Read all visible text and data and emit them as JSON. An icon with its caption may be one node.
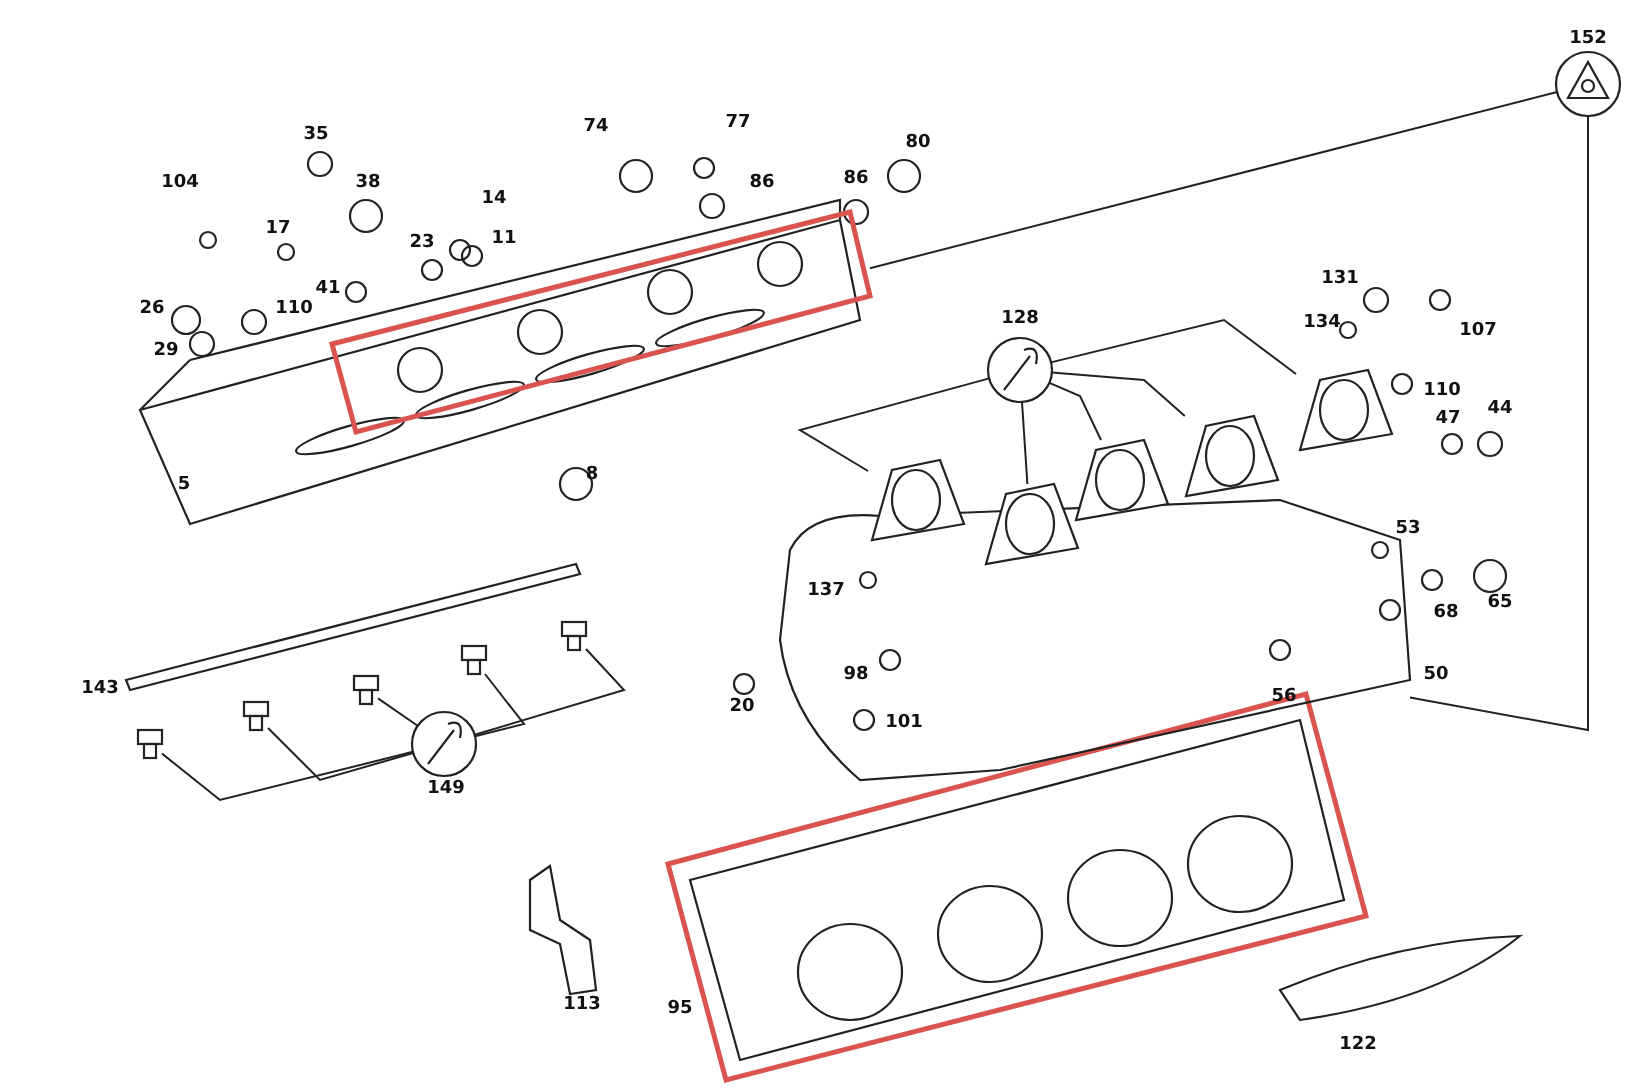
{
  "diagram": {
    "nodes": [
      {
        "text": [],
        "shape": "circle",
        "beside": [
          "152"
        ]
      },
      {
        "text": [],
        "shape": "picture"
      },
      {
        "text": [],
        "shape": "picture"
      },
      {
        "text": [],
        "shape": "circle",
        "beside": [
          "128"
        ]
      },
      {
        "text": [],
        "shape": "picture"
      },
      {
        "text": [],
        "shape": "picture"
      },
      {
        "text": [],
        "shape": "picture"
      },
      {
        "text": [],
        "shape": "picture"
      },
      {
        "text": [],
        "shape": "picture"
      },
      {
        "text": [],
        "shape": "circle",
        "beside": [
          "149"
        ]
      },
      {
        "text": [],
        "shape": "box"
      },
      {
        "text": [],
        "shape": "box"
      },
      {
        "text": [],
        "shape": "box"
      },
      {
        "text": [],
        "shape": "box"
      },
      {
        "text": [],
        "shape": "box"
      }
    ],
    "edges": [
      {
        "from": 0,
        "to": 1,
        "arrow": "none"
      },
      {
        "from": 0,
        "to": 2,
        "arrow": "none"
      },
      {
        "from": 3,
        "to": 4,
        "arrow": "none"
      },
      {
        "from": 3,
        "to": 5,
        "arrow": "none"
      },
      {
        "from": 3,
        "to": 6,
        "arrow": "none"
      },
      {
        "from": 3,
        "to": 7,
        "arrow": "none"
      },
      {
        "from": 3,
        "to": 8,
        "arrow": "none"
      },
      {
        "from": 9,
        "to": 10,
        "arrow": "none"
      },
      {
        "from": 9,
        "to": 11,
        "arrow": "none"
      },
      {
        "from": 9,
        "to": 12,
        "arrow": "none"
      },
      {
        "from": 9,
        "to": 13,
        "arrow": "none"
      },
      {
        "from": 9,
        "to": 14,
        "arrow": "none"
      }
    ],
    "labels": [
      "35",
      "74",
      "77",
      "80",
      "104",
      "14",
      "86",
      "86",
      "38",
      "17",
      "11",
      "23",
      "41",
      "110",
      "26",
      "29",
      "131",
      "134",
      "107",
      "110",
      "47",
      "44",
      "5",
      "8",
      "53",
      "65",
      "137",
      "68",
      "143",
      "20",
      "98",
      "50",
      "56",
      "101",
      "113",
      "95",
      "122"
    ]
  }
}
